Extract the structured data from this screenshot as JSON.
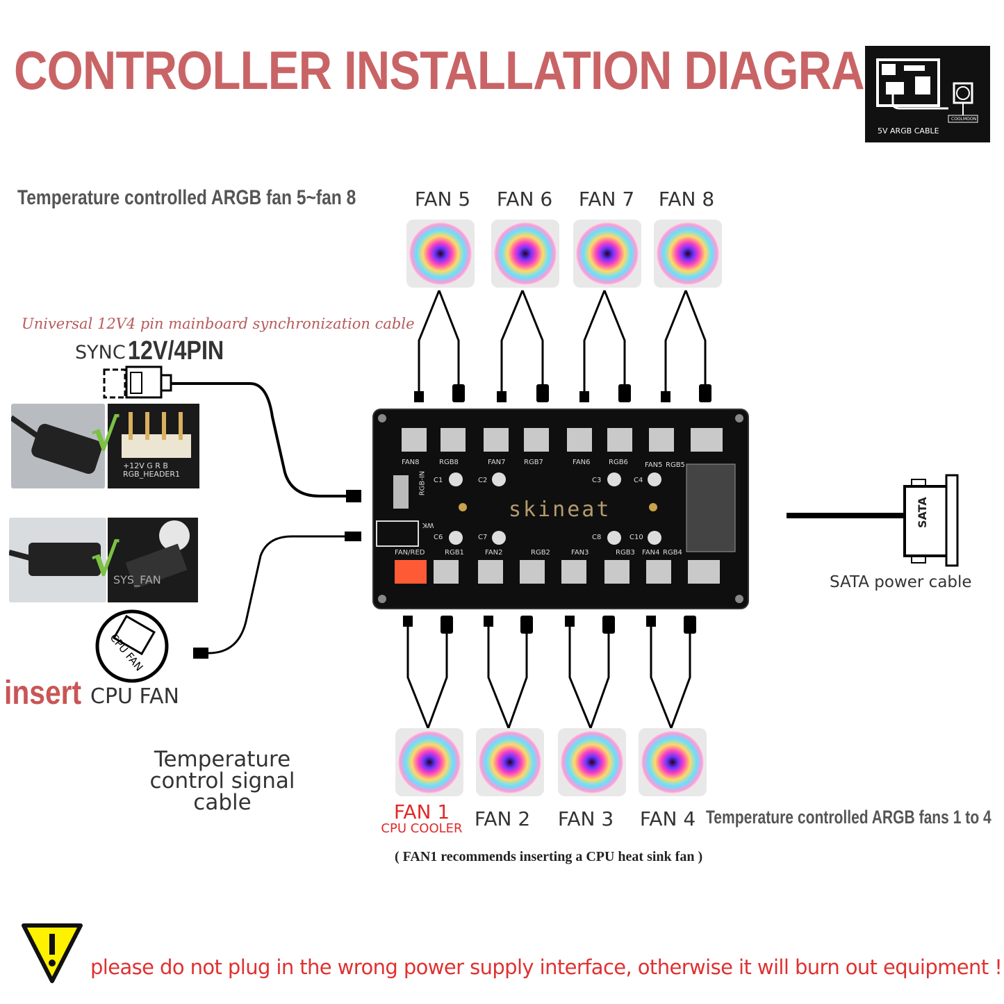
{
  "title": "CONTROLLER INSTALLATION DIAGRAM",
  "legend": {
    "text": "5V ARGB CABLE",
    "brand_text": "COOLMOON"
  },
  "top_group_label": "Temperature controlled ARGB fan 5~fan 8",
  "sync": {
    "note": "Universal 12V4 pin mainboard synchronization cable",
    "label": "SYNC",
    "voltage": "12V/4PIN"
  },
  "argb_header_text": "+12V G R B\nRGB_HEADER1",
  "sys_fan_text": "SYS_FAN",
  "cpu": {
    "insert": "insert",
    "label": "CPU FAN",
    "icon_text": "CPU FAN"
  },
  "temp_signal_label": "Temperature control signal cable",
  "sata_label": "SATA power cable",
  "sata_connector_text": "SATA",
  "top_fans": [
    "FAN 5",
    "FAN 6",
    "FAN 7",
    "FAN 8"
  ],
  "bottom_fans": [
    "FAN 1",
    "FAN 2",
    "FAN 3",
    "FAN 4"
  ],
  "fan1_sub": "CPU COOLER",
  "bottom_group_label": "Temperature controlled ARGB fans 1 to 4",
  "fan1_recommend": "( FAN1 recommends inserting a CPU heat sink fan )",
  "warning": "please do not plug in the wrong power supply interface, otherwise it will burn out equipment !",
  "board": {
    "brand": "skineat",
    "top_labels": [
      "FAN8",
      "RGB8",
      "FAN7",
      "RGB7",
      "FAN6",
      "RGB6",
      "FAN5",
      "RGB5"
    ],
    "bottom_labels": [
      "FAN/RED",
      "RGB1",
      "FAN2",
      "RGB2",
      "FAN3",
      "RGB3",
      "FAN4",
      "RGB4"
    ],
    "side_labels": [
      "RGB-IN",
      "WK"
    ],
    "caps": [
      "C1",
      "C2",
      "C3",
      "C4",
      "C6",
      "C7",
      "C8",
      "C10"
    ]
  },
  "colors": {
    "title": "#c96466",
    "warning": "#e03030",
    "check": "#7bc143",
    "fan1": "#e02a2a"
  }
}
